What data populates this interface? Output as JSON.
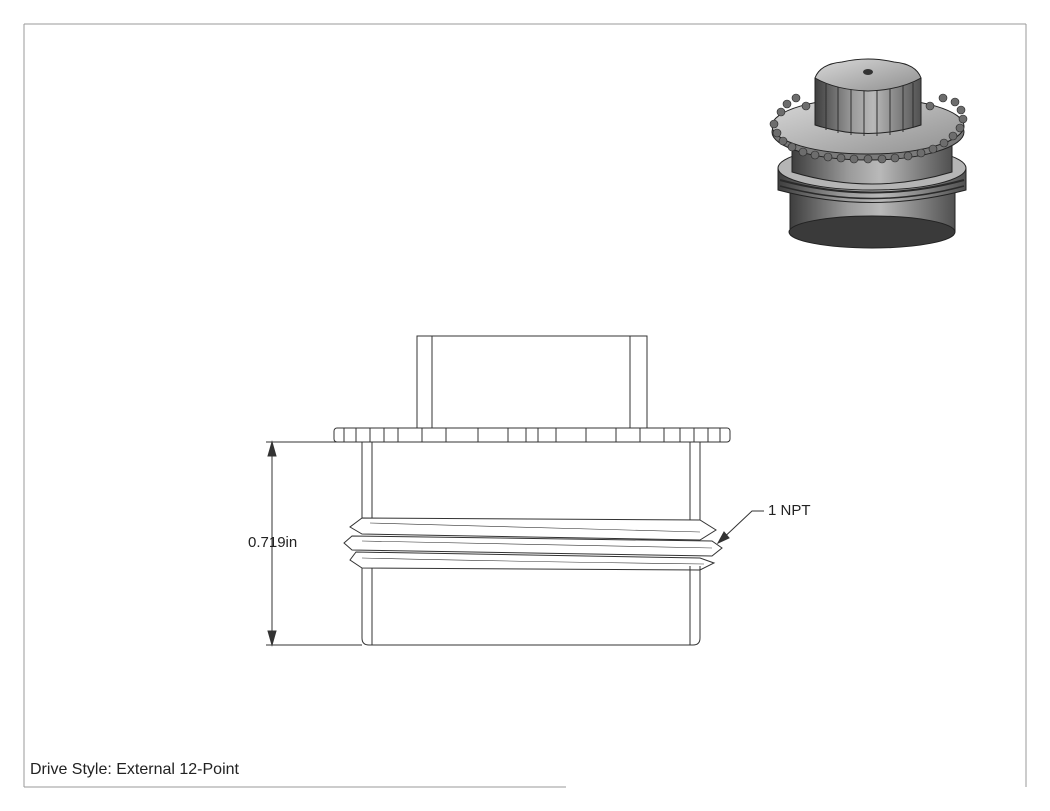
{
  "drawing": {
    "dimension_label": "0.719in",
    "thread_callout": "1 NPT",
    "drive_style_note": "Drive Style: External 12-Point"
  },
  "colors": {
    "line": "#333333",
    "part_dark": "#4a4a4a",
    "part_mid": "#8a8a8a",
    "part_light": "#c9c9c9",
    "border": "#999999"
  },
  "icons": {
    "iso_view": "isometric-fitting-render-icon"
  }
}
